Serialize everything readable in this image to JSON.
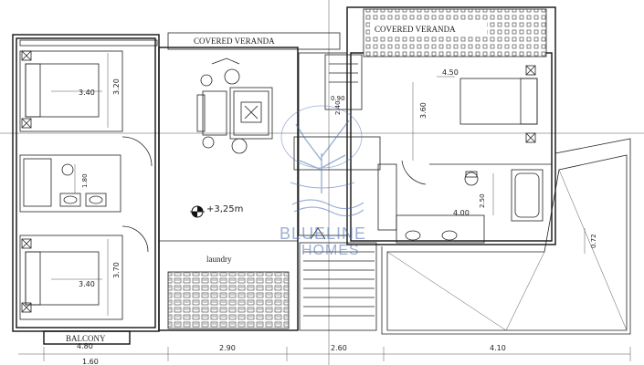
{
  "labels": {
    "veranda_left": "COVERED VERANDA",
    "veranda_right": "COVERED VERANDA",
    "laundry": "laundry",
    "balcony": "BALCONY",
    "level": "+3,25m"
  },
  "dimensions": {
    "bed1_w": "3.40",
    "bed1_h": "3.20",
    "bed2_w": "3.40",
    "bed2_h": "3.70",
    "bath_left": "1.80",
    "stair_a": "0.90",
    "stair_b": "2.40",
    "bed3_w": "4.50",
    "bed3_h": "3.60",
    "bath_right_w": "4.00",
    "bath_right_h": "2.50",
    "roof_h": "0.72",
    "bottom_1": "4.80",
    "bottom_2": "2.90",
    "bottom_3": "2.60",
    "bottom_4": "4.10",
    "bottom_5": "1.60"
  },
  "watermark": {
    "line1": "BLUELINE",
    "line2": "HOMES",
    "color": "#4a6fb5"
  }
}
